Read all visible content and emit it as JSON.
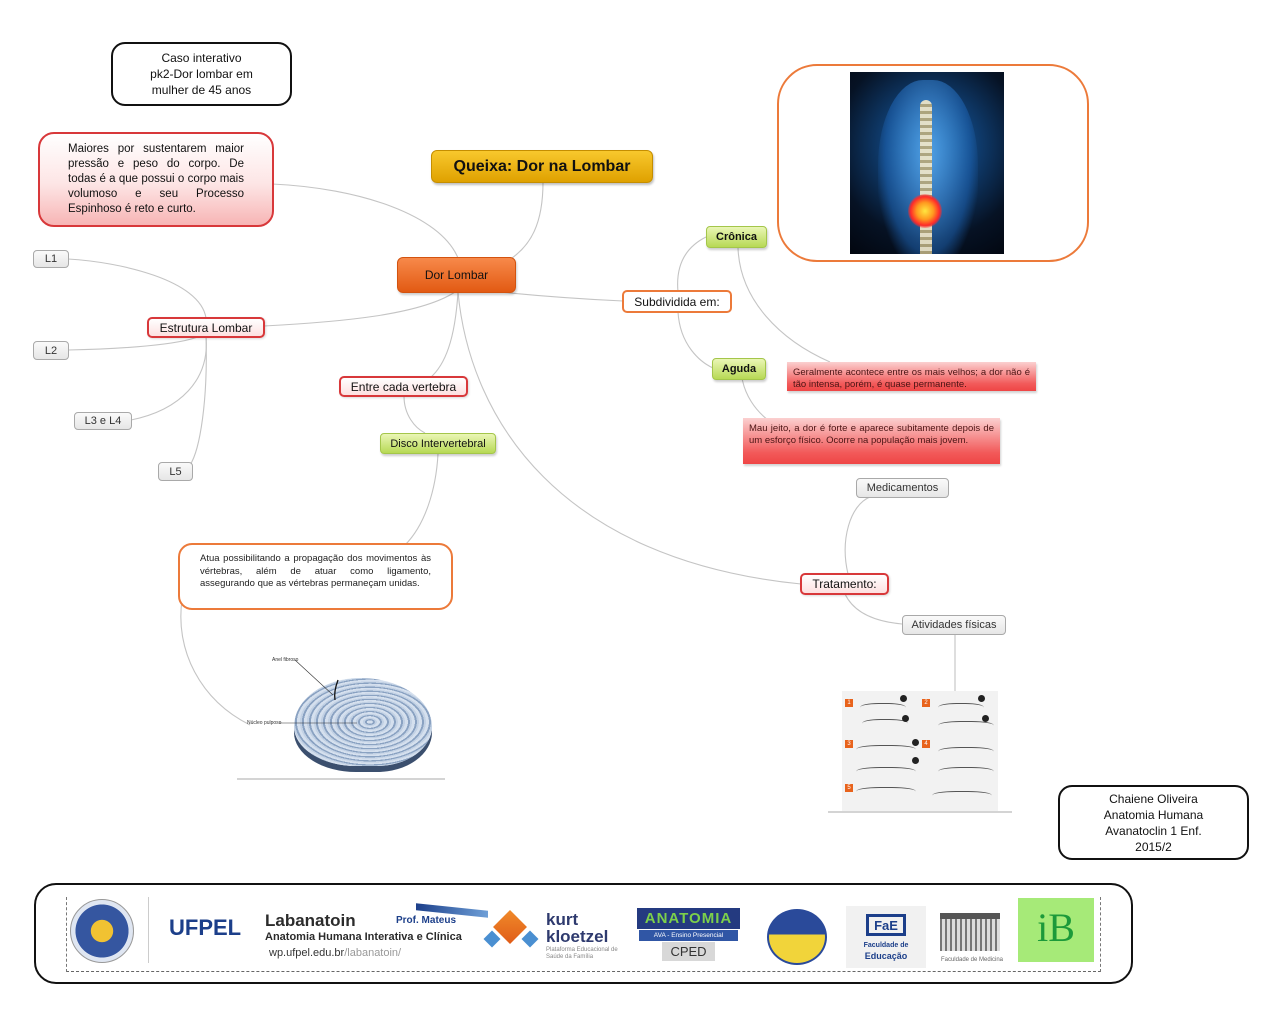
{
  "title_box": {
    "lines": [
      "Caso interativo",
      "pk2-Dor lombar em",
      "mulher de 45 anos"
    ]
  },
  "author_box": {
    "lines": [
      "Chaiene Oliveira",
      "Anatomia Humana",
      "Avanatoclin 1 Enf.",
      "2015/2"
    ]
  },
  "central_topic": "Queixa: Dor na Lombar",
  "main_node": "Dor Lombar",
  "notes": {
    "lumbar_note": "Maiores por sustentarem maior pressão e peso do corpo. De todas é a que possui o corpo mais volumoso e seu Processo Espinhoso é reto e curto.",
    "chronic_note": "Geralmente acontece entre os mais velhos; a dor não é tão intensa, porém, é quase permanente.",
    "acute_note": "Mau jeito,  a dor é forte e aparece subitamente depois de um esforço físico. Ocorre na população mais jovem.",
    "disc_note": "Atua possibilitando a propagação dos movimentos às vértebras, além de atuar como ligamento, assegurando que as vértebras permaneçam unidas."
  },
  "branches": {
    "estrutura": {
      "label": "Estrutura Lombar",
      "children": [
        "L1",
        "L2",
        "L3 e L4",
        "L5"
      ]
    },
    "entre": {
      "label": "Entre cada vertebra",
      "child": "Disco Intervertebral"
    },
    "subdividida": {
      "label": "Subdividida em:",
      "children": [
        "Crônica",
        "Aguda"
      ]
    },
    "tratamento": {
      "label": "Tratamento:",
      "children": [
        "Medicamentos",
        "Atividades físicas"
      ]
    }
  },
  "images": {
    "back_pain": "back-pain-spine-illustration",
    "disc": {
      "name": "intervertebral-disc-illustration",
      "labels": [
        "Anel fibroso",
        "Núcleo pulposo"
      ]
    },
    "exercises": {
      "name": "lumbar-exercises-illustration",
      "steps": [
        "1",
        "2",
        "3",
        "4",
        "5"
      ]
    }
  },
  "footer": {
    "ufpel": "UFPEL",
    "labanatoin_title": "Labanatoin",
    "labanatoin_prof": "Prof. Mateus",
    "labanatoin_subtitle": "Anatomia Humana Interativa e Clínica",
    "labanatoin_url_host": "wp.ufpel.edu.br",
    "labanatoin_url_path": "/labanatoin/",
    "kurt_line1": "kurt",
    "kurt_line2": "kloetzel",
    "kurt_sub": "Plataforma Educacional de Saúde da Família",
    "anatomia_title": "ANATOMIA",
    "anatomia_sub": "AVA - Ensino Presencial",
    "cped": "CPED",
    "fae": "FaE",
    "fae_sub1": "Faculdade de",
    "fae_sub2": "Educação",
    "medicina": "Faculdade de Medicina",
    "ib": "iB"
  },
  "colors": {
    "central": "#f0b400",
    "main_node": "#ee6d2a",
    "red_border": "#d8383a",
    "orange_border": "#ec7a3a",
    "green": "#b7d955",
    "link": "#c4c4c4"
  }
}
